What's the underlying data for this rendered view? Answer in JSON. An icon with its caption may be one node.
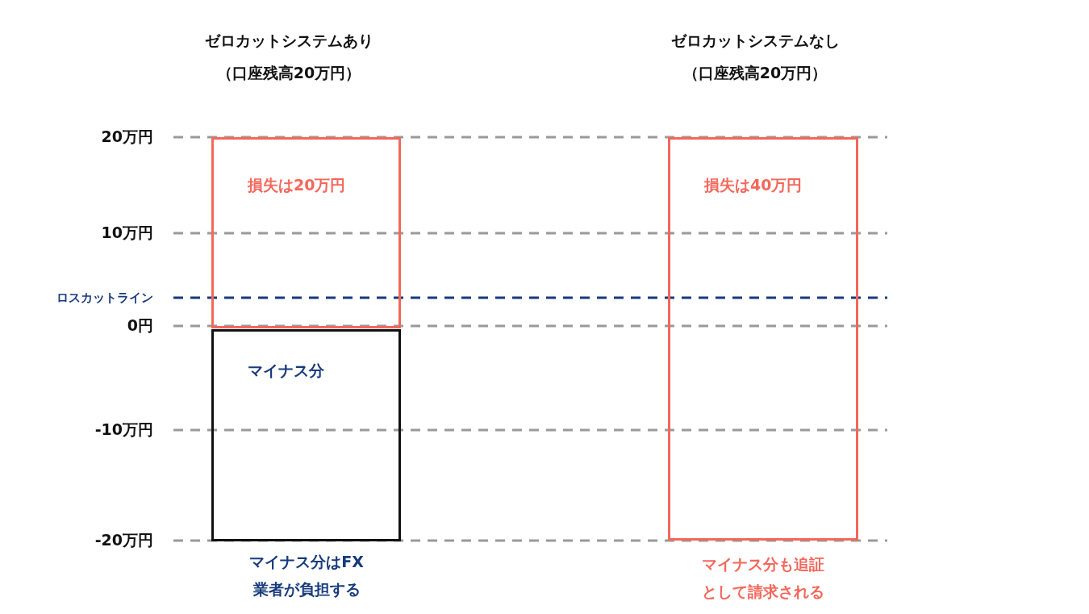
{
  "diagram": {
    "nodes": [
      {
        "text": [
          "損失は20万円"
        ]
      },
      {
        "text": [
          "マイナス分"
        ],
        "beside": [
          "マイナス分はFX業者が負担する"
        ]
      },
      {
        "text": [
          "損失は40万円"
        ],
        "beside": [
          "マイナス分も追証として請求される"
        ]
      }
    ],
    "labels": [
      "ゼロカットシステムあり（口座残高20万円）",
      "ゼロカットシステムなし（口座残高20万円）",
      "20万円",
      "10万円",
      "ロスカットライン",
      "0円",
      "-10万円",
      "-20万円"
    ]
  }
}
